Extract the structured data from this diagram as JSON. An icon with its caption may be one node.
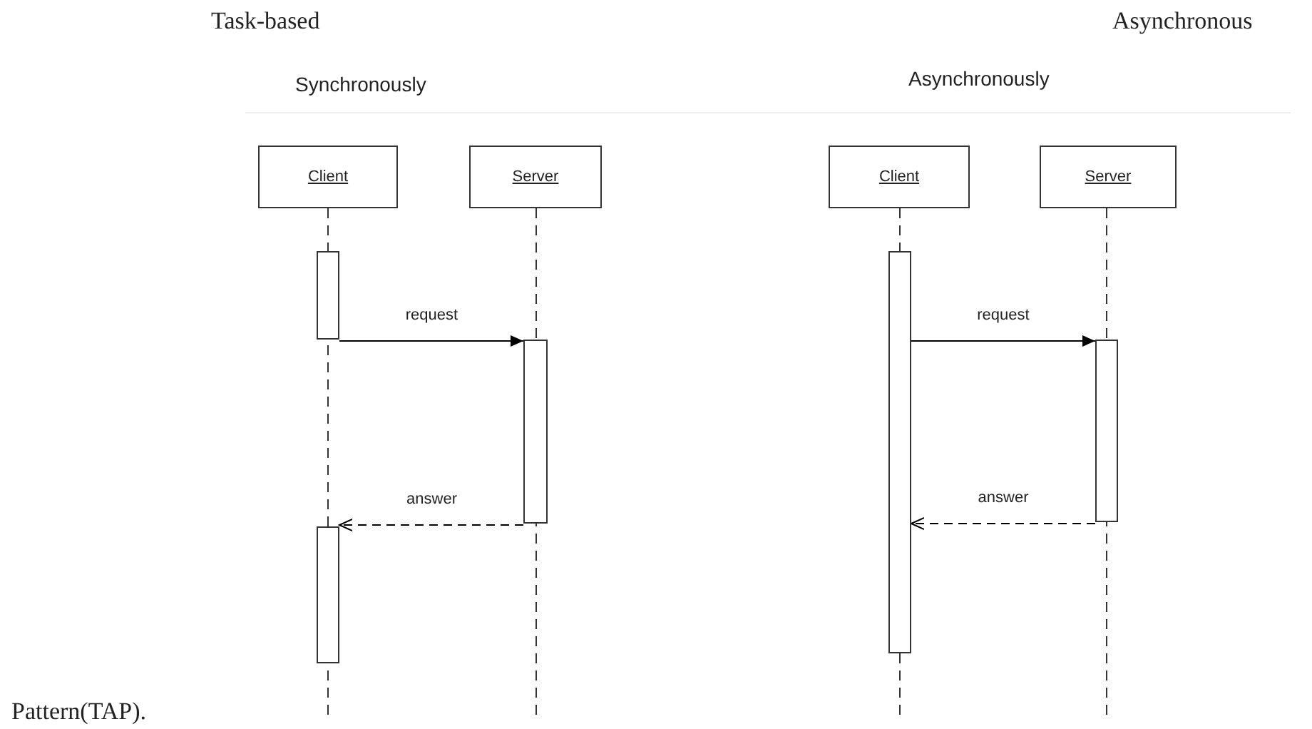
{
  "diagram": {
    "nodes": [
      {
        "text": [
          "Client"
        ]
      },
      {
        "text": [
          "Server"
        ]
      },
      {
        "text": [],
        "shape": "bar"
      },
      {
        "text": [],
        "shape": "bar"
      },
      {
        "text": [],
        "shape": "bar"
      },
      {
        "text": [
          "Client"
        ]
      },
      {
        "text": [
          "Server"
        ]
      },
      {
        "text": [],
        "shape": "bar"
      },
      {
        "text": [],
        "shape": "bar"
      }
    ],
    "edges": [
      {
        "from": 2,
        "to": 3,
        "arrow": "to",
        "label": "request"
      },
      {
        "from": 3,
        "to": 4,
        "arrow": "to",
        "label": "answer",
        "style": "dashed"
      },
      {
        "from": 7,
        "to": 8,
        "arrow": "to",
        "label": "request"
      },
      {
        "from": 8,
        "to": 7,
        "arrow": "to",
        "label": "answer",
        "style": "dashed"
      }
    ],
    "labels": [
      "Task-based",
      "Asynchronous",
      "Synchronously",
      "Asynchronously",
      "Pattern(TAP)."
    ]
  }
}
